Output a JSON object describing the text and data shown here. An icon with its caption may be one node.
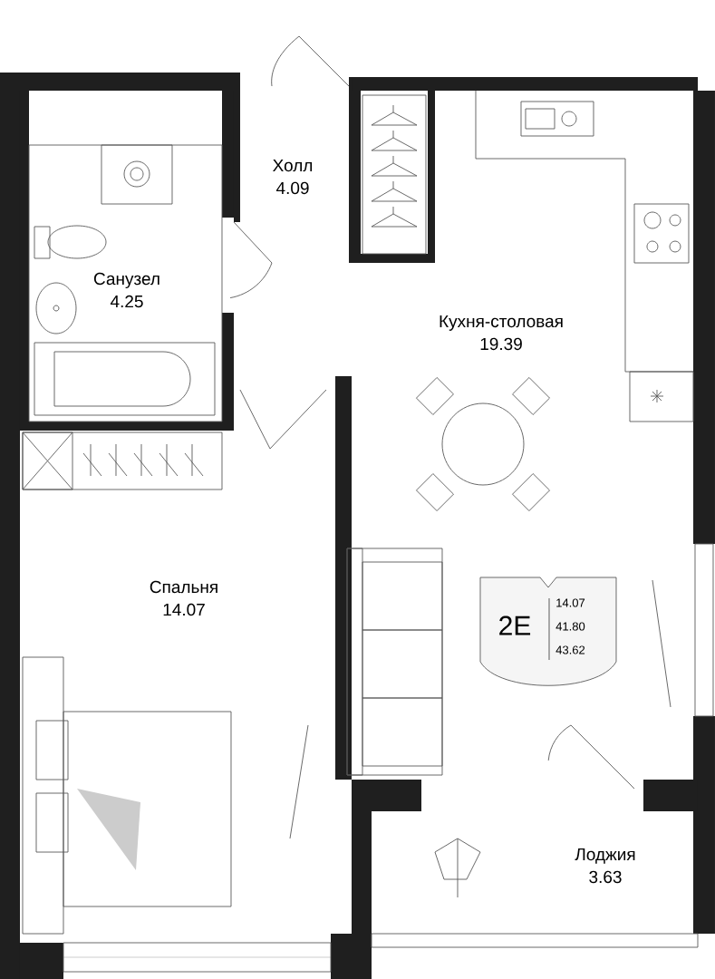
{
  "diagram": {
    "nodes": [
      {
        "text": [
          "Холл",
          "4.09"
        ]
      },
      {
        "text": [
          "Санузел",
          "4.25"
        ]
      },
      {
        "text": [
          "Кухня-столовая",
          "19.39"
        ]
      },
      {
        "text": [
          "Спальня",
          "14.07"
        ]
      },
      {
        "text": [
          "Лоджия",
          "3.63"
        ]
      },
      {
        "text": [
          "2E",
          "14.07",
          "41.80",
          "43.62"
        ]
      }
    ]
  }
}
